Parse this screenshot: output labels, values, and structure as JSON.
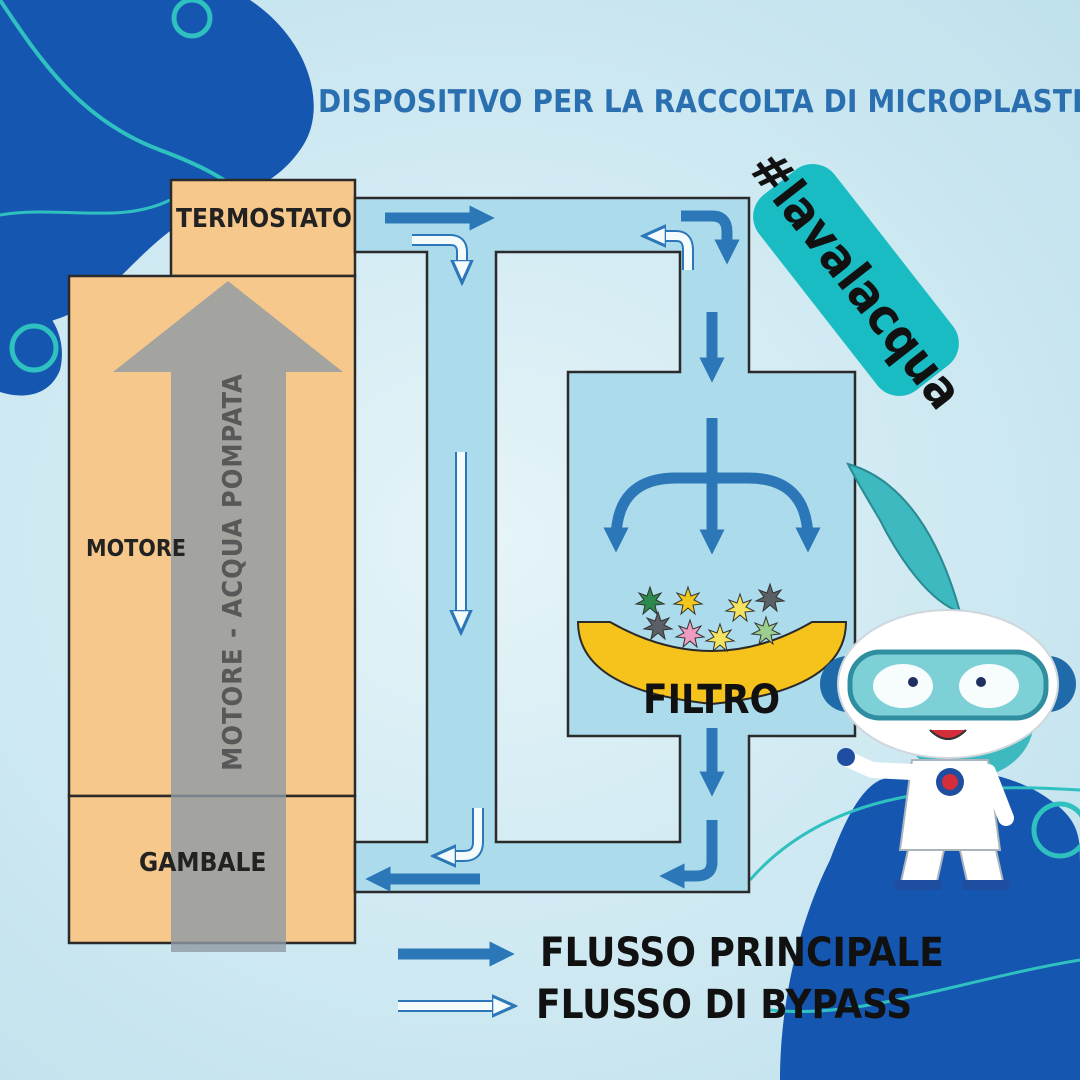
{
  "title": "DISPOSITIVO PER LA RACCOLTA DI MICROPLASTICHE",
  "hashtag": "#lavalacqua",
  "components": {
    "termostato": "TERMOSTATO",
    "motore": "MOTORE",
    "gambale": "GAMBALE",
    "filtro": "FILTRO"
  },
  "pump_arrow_label": "MOTORE - ACQUA POMPATA",
  "legend": {
    "main_flow": "FLUSSO PRINCIPALE",
    "bypass_flow": "FLUSSO DI BYPASS"
  },
  "colors": {
    "component_fill": "#f6c88c",
    "pipe_fill": "#acdcec",
    "main_arrow": "#2b77b8",
    "filter_bowl": "#f6c21c",
    "hashtag_bg": "#19bcc2",
    "blob": "#1556b0",
    "ring": "#2fc0c0"
  }
}
